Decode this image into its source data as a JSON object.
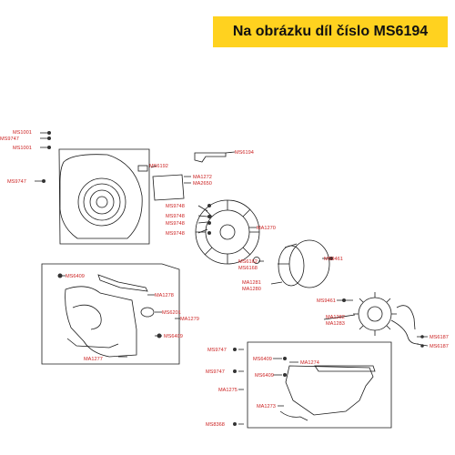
{
  "banner": {
    "text": "Na obrázku díl číslo MS6194"
  },
  "colors": {
    "banner_bg": "#ffd21f",
    "label_red": "#cc2222",
    "line": "#1a1a1a"
  },
  "labels": {
    "MS1001_a": "MS1001",
    "MS9747_a": "MS9747",
    "MS1001_b": "MS1001",
    "MS9747_b": "MS9747",
    "MS6194": "MS6194",
    "MS6192": "MS6192",
    "MA1272": "MA1272",
    "MA2650": "MA2650",
    "MS9748_a": "MS9748",
    "MS9748_b": "MS9748",
    "MS9748_c": "MS9748",
    "MS9748_d": "MS9748",
    "MA1270": "MA1270",
    "MS6162": "MS6162",
    "MS6168": "MS6168",
    "MA1281": "MA1281",
    "MA1280": "MA1280",
    "MS9461_a": "MS9461",
    "MS9461_b": "MS9461",
    "MA1282": "MA1282",
    "MA1283": "MA1283",
    "MS6187_a": "MS6187",
    "MS6187_b": "MS6187",
    "MS6409_a": "MS6409",
    "MA1278": "MA1278",
    "MS6201": "MS6201",
    "MA1279": "MA1279",
    "MS6409_b": "MS6409",
    "MA1277": "MA1277",
    "MS9747_c": "MS9747",
    "MS6409_c": "MS6409",
    "MA1274": "MA1274",
    "MS9747_d": "MS9747",
    "MS6409_d": "MS6409",
    "MA1275": "MA1275",
    "MA1273": "MA1273",
    "MS8368": "MS8368"
  }
}
